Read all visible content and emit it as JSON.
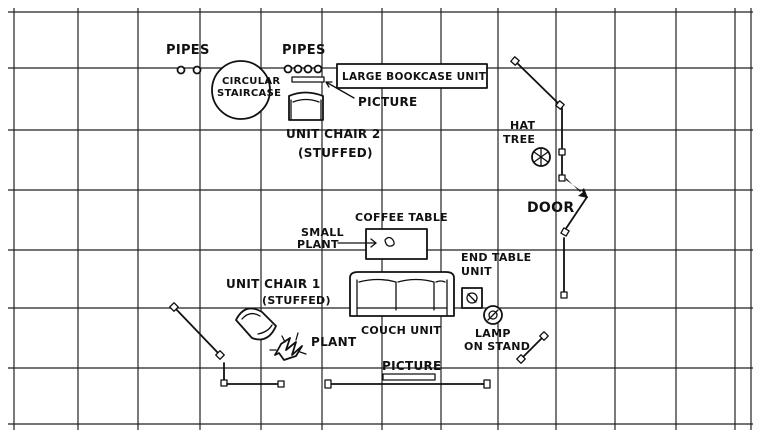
{
  "labels": {
    "pipes_left": "PIPES",
    "pipes_right": "PIPES",
    "staircase_line1": "CIRCULAR",
    "staircase_line2": "STAIRCASE",
    "bookcase": "LARGE BOOKCASE UNIT",
    "picture_top": "PICTURE",
    "unit_chair2_line1": "UNIT CHAIR 2",
    "unit_chair2_line2": "(STUFFED)",
    "hat_tree_line1": "HAT",
    "hat_tree_line2": "TREE",
    "door": "DOOR",
    "coffee_table": "COFFEE TABLE",
    "small_plant_line1": "SMALL",
    "small_plant_line2": "PLANT",
    "end_table_line1": "END TABLE",
    "end_table_line2": "UNIT",
    "unit_chair1_line1": "UNIT CHAIR 1",
    "unit_chair1_line2": "(STUFFED)",
    "couch_unit": "COUCH UNIT",
    "plant": "PLANT",
    "lamp_line1": "LAMP",
    "lamp_line2": "ON STAND",
    "picture_bottom": "PICTURE"
  }
}
